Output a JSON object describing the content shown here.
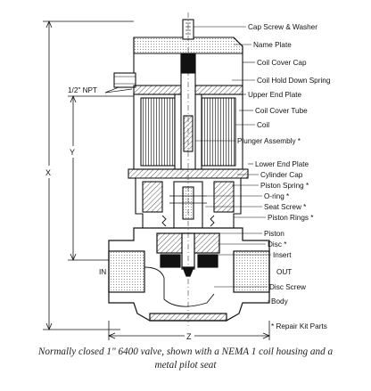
{
  "figure": {
    "callouts": [
      "Cap Screw & Washer",
      "Name Plate",
      "Coil Cover Cap",
      "Coil Hold Down Spring",
      "Upper End Plate",
      "Coil Cover Tube",
      "Coil",
      "Plunger Assembly *",
      "Lower End Plate",
      "Cylinder Cap",
      "Piston Spring *",
      "O-ring *",
      "Seat Screw *",
      "Piston Rings *",
      "Piston",
      "Disc *",
      "Insert",
      "OUT",
      "Disc Screw",
      "Body"
    ],
    "dimensions": {
      "pipe": "1/2\" NPT",
      "x": "X",
      "y": "Y",
      "z": "Z"
    },
    "port_in": "IN",
    "footnote": "* Repair Kit Parts"
  },
  "caption": {
    "line1": "Normally closed 1\" 6400 valve, shown with a NEMA 1 coil housing and a",
    "line2": "metal pilot seat"
  }
}
